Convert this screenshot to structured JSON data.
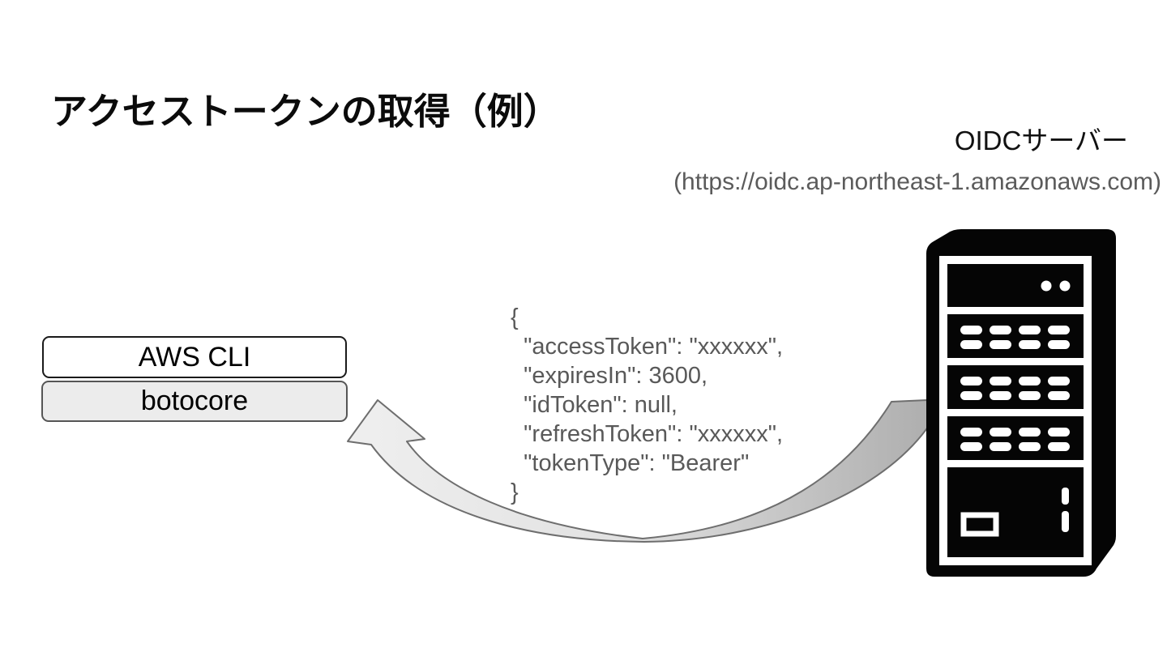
{
  "title": "アクセストークンの取得（例）",
  "oidc_server": {
    "label": "OIDCサーバー",
    "url": "(https://oidc.ap-northeast-1.amazonaws.com)",
    "icon": "server-tower-icon"
  },
  "client_stack": {
    "layers": [
      {
        "label": "AWS CLI"
      },
      {
        "label": "botocore"
      }
    ]
  },
  "token_response": {
    "code_text": "{\n  \"accessToken\": \"xxxxxx\",\n  \"expiresIn\": 3600,\n  \"idToken\": null,\n  \"refreshToken\": \"xxxxxx\",\n  \"tokenType\": \"Bearer\"\n}"
  },
  "colors": {
    "background": "#ffffff",
    "title_text": "#0b0b0b",
    "muted_text": "#595959",
    "server_icon": "#050505",
    "botocore_fill": "#ececec",
    "arrow_gradient_light": "#efefef",
    "arrow_gradient_dark": "#aeaeae",
    "arrow_stroke": "#6e6e6e"
  }
}
